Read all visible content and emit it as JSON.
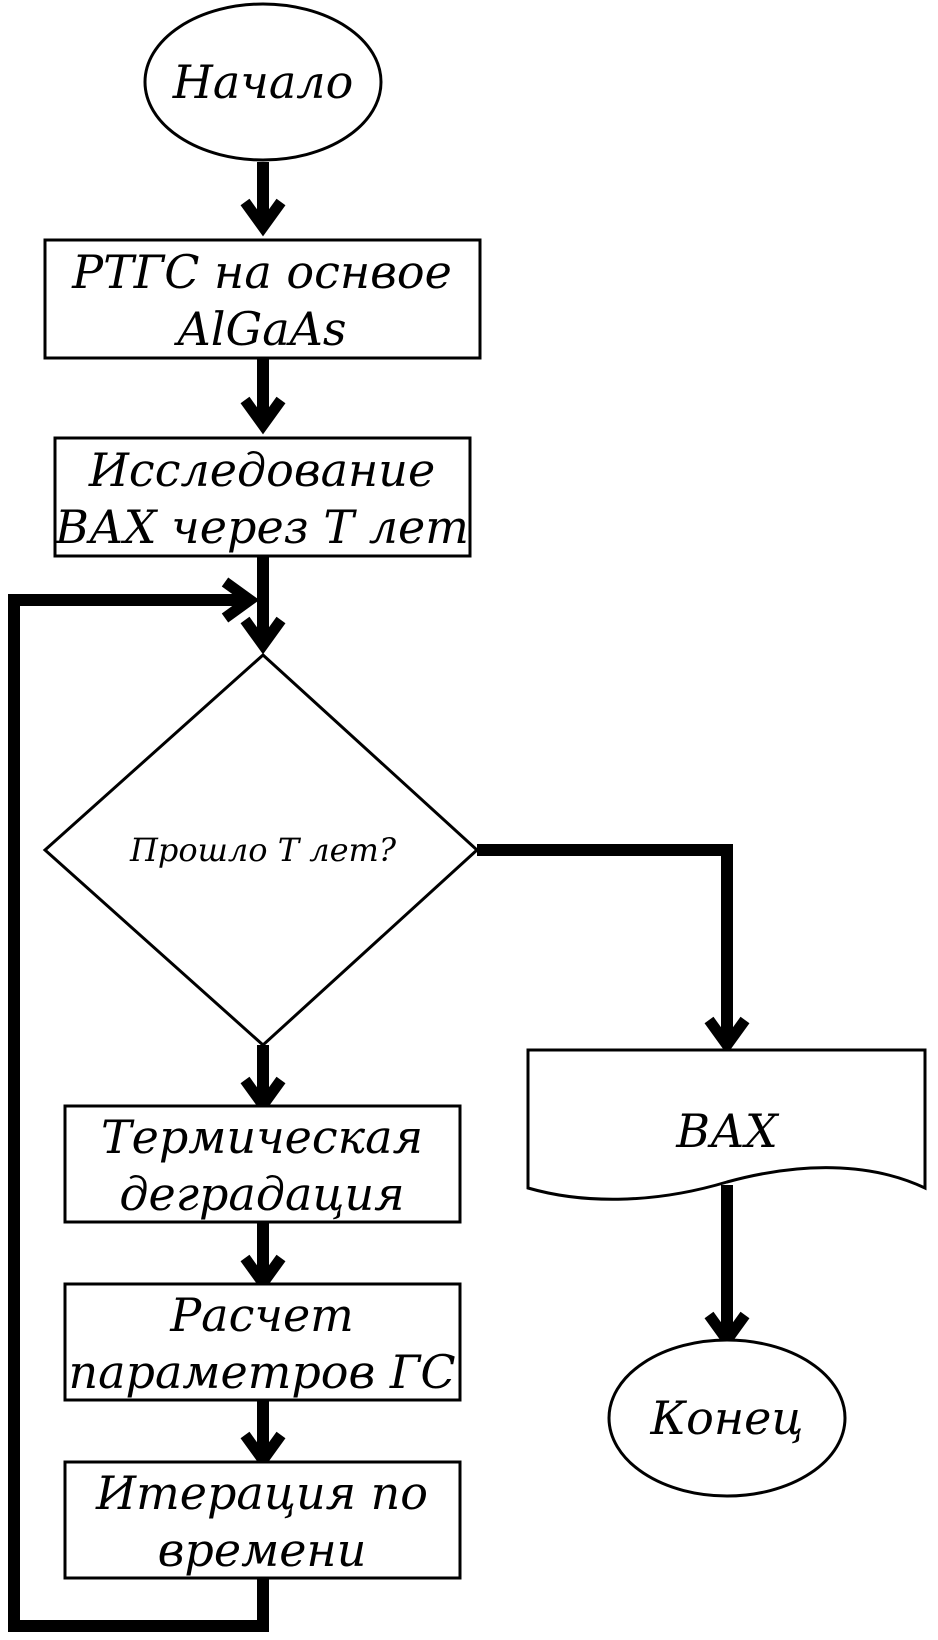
{
  "nodes": {
    "start": {
      "label": "Начало"
    },
    "rtgs": {
      "line1": "РТГС на оснвое",
      "line2": "AlGaAs"
    },
    "study": {
      "line1": "Исследование",
      "line2": "ВАХ через Т лет"
    },
    "decision": {
      "label": "Прошло Т лет?"
    },
    "thermal": {
      "line1": "Термическая",
      "line2": "деградация"
    },
    "calc": {
      "line1": "Расчет",
      "line2": "параметров ГС"
    },
    "iteration": {
      "line1": "Итерация по",
      "line2": "времени"
    },
    "output": {
      "label": "ВАХ"
    },
    "end": {
      "label": "Конец"
    }
  }
}
